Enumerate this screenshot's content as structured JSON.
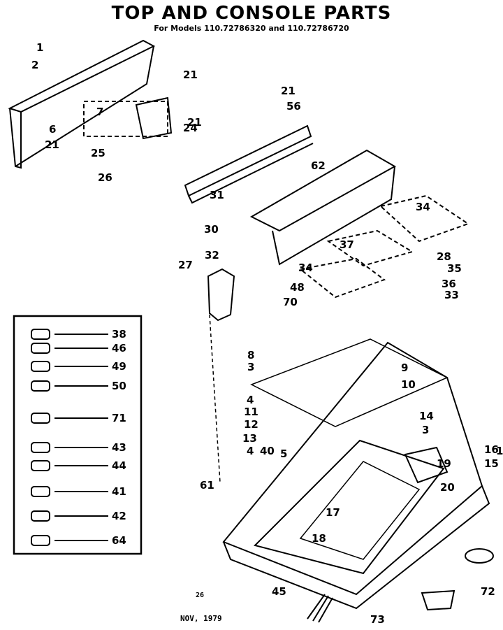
{
  "header": {
    "title": "TOP AND CONSOLE PARTS",
    "subtitle": "For Models 110.72786320 and 110.72786720"
  },
  "footer": {
    "code": "26",
    "date": "NOV, 1979"
  },
  "callouts": [
    "1",
    "2",
    "21",
    "21",
    "7",
    "6",
    "21",
    "21",
    "56",
    "24",
    "25",
    "26",
    "62",
    "31",
    "30",
    "34",
    "28",
    "32",
    "37",
    "35",
    "27",
    "34",
    "36",
    "48",
    "33",
    "70",
    "8",
    "3",
    "9",
    "10",
    "4",
    "11",
    "14",
    "12",
    "3",
    "13",
    "4",
    "40",
    "5",
    "16",
    "19",
    "15",
    "20",
    "61",
    "17",
    "18",
    "72",
    "45",
    "73",
    "1"
  ],
  "legend_box": [
    "38",
    "46",
    "49",
    "50",
    "71",
    "43",
    "44",
    "41",
    "42",
    "64"
  ],
  "colors": {
    "ink": "#000000",
    "paper": "#ffffff"
  }
}
